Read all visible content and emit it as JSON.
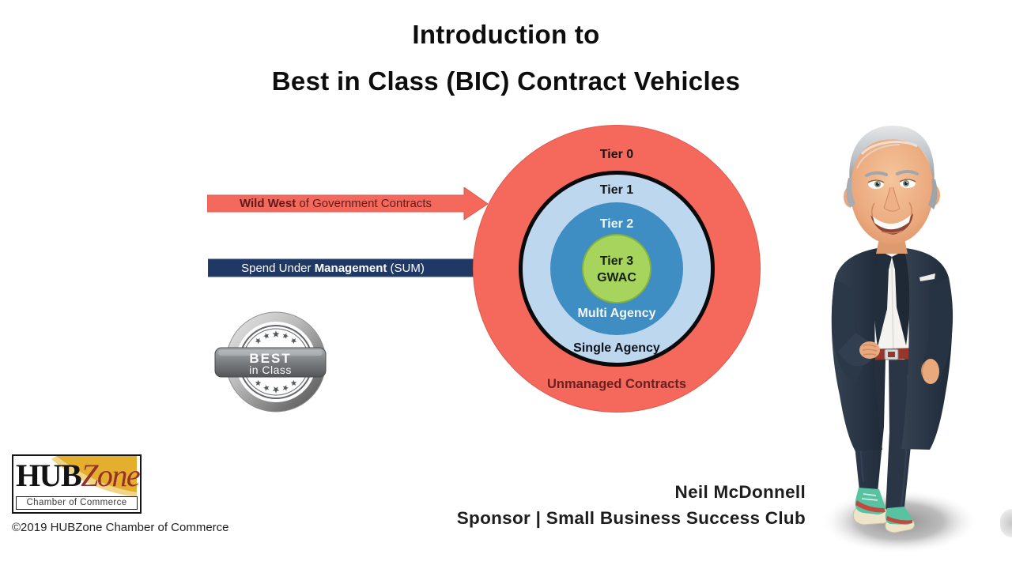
{
  "title": {
    "line1": "Introduction to",
    "line2": "Best in Class (BIC) Contract Vehicles"
  },
  "arrows": {
    "wild_west": {
      "bold": "Wild West",
      "rest": " of Government Contracts"
    },
    "sum": {
      "pre": "Spend Under ",
      "bold": "Management",
      "post": " (SUM)"
    }
  },
  "diagram": {
    "tier0": "Tier 0",
    "tier1": "Tier 1",
    "tier2": "Tier 2",
    "tier3": "Tier 3",
    "tier3_sub": "GWAC",
    "multi_agency": "Multi Agency",
    "single_agency": "Single Agency",
    "unmanaged": "Unmanaged Contracts",
    "colors": {
      "outer_ring": "#F4695C",
      "tier1_ring": "#BDD7EE",
      "tier2_ring": "#3E8EC4",
      "core": "#A6D45C",
      "divider_ring": "#000000"
    }
  },
  "badge": {
    "line1": "BEST",
    "line2": "in Class"
  },
  "logo": {
    "hub": "HUB",
    "zone": "Zone",
    "subtitle": "Chamber of Commerce",
    "accent_color": "#E3AF2C"
  },
  "copyright": "©2019 HUBZone Chamber of Commerce",
  "presenter": {
    "name": "Neil McDonnell",
    "role": "Sponsor | Small Business Success Club"
  },
  "accent_colors": {
    "arrow_red": "#F4695C",
    "arrow_navy": "#1F3864"
  }
}
